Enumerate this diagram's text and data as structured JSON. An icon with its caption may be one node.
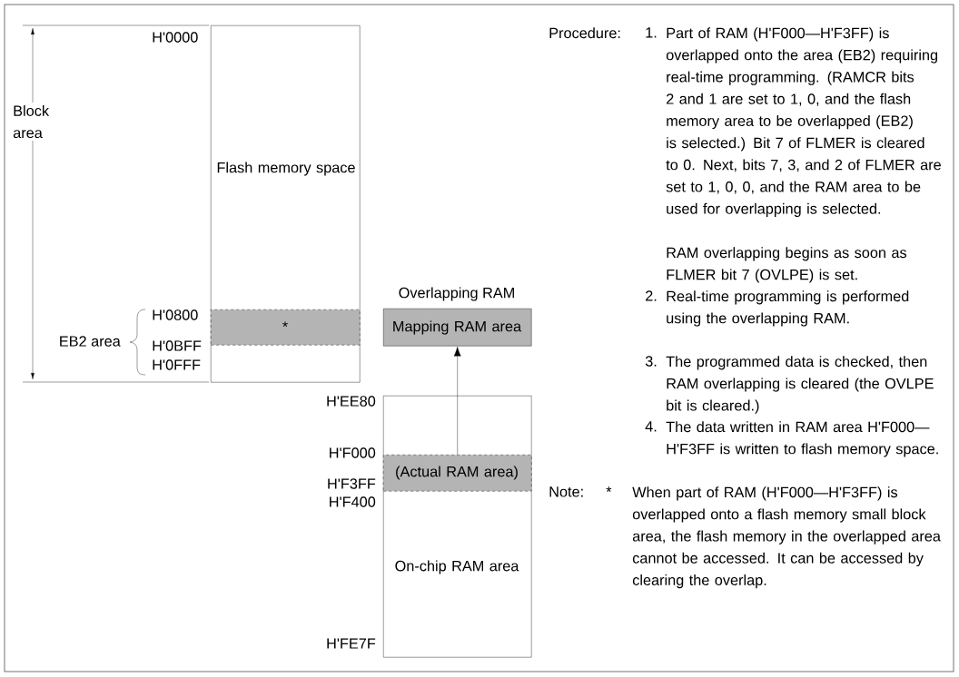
{
  "diagram": {
    "nodes": [
      {
        "text": [
          "Flash memory space"
        ]
      },
      {
        "text": [
          "*"
        ],
        "in": 0
      },
      {
        "text": [
          "Overlapping RAM",
          "Mapping RAM area"
        ]
      },
      {
        "text": [
          "On-chip RAM area"
        ]
      },
      {
        "text": [
          "(Actual RAM area)"
        ],
        "in": 3
      }
    ],
    "edges": [
      {
        "from": 4,
        "to": 2,
        "arrow": "to"
      }
    ],
    "labels": [
      "H'0000",
      "Block area",
      "H'0800",
      "EB2 area",
      "H'0BFF",
      "H'0FFF",
      "H'EE80",
      "H'F000",
      "H'F3FF",
      "H'F400",
      "H'FE7F",
      "Procedure:",
      "1.",
      "Part of RAM (H'F000—H'F3FF) is overlapped onto the area (EB2) requiring real-time programming. (RAMCR bits 2 and 1 are set to 1, 0, and the flash memory area to be overlapped (EB2) is selected.) Bit 7 of FLMER is cleared to 0.  Next, bits 7, 3, and 2 of FLMER are set to 1, 0, 0, and the RAM area to be used for overlapping is selected.",
      "RAM overlapping begins as soon as FLMER bit 7 (OVLPE) is set.",
      "2.",
      "Real-time programming is performed using the overlapping RAM.",
      "3.",
      "The programmed data is checked, then RAM overlapping is cleared (the OVLPE bit is cleared.)",
      "4.",
      "The data written in RAM area H'F000—H'F3FF is written to flash memory space.",
      "Note:",
      "*",
      "When part of RAM (H'F000—H'F3FF) is overlapped onto a flash memory small block area, the flash memory in the overlapped area cannot be accessed.  It can be accessed by clearing the overlap."
    ]
  }
}
